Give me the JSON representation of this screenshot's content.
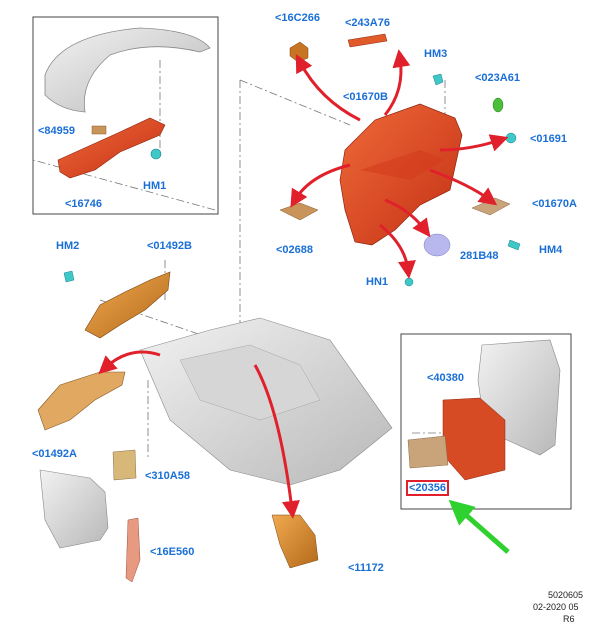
{
  "callouts": {
    "c16C266": "<16C266",
    "c243A76": "<243A76",
    "cHM3": "HM3",
    "c023A61": "<023A61",
    "c01670B": "<01670B",
    "c01691": "<01691",
    "c84959": "<84959",
    "cHM1": "HM1",
    "c16746": "<16746",
    "c01670A": "<01670A",
    "c02688": "<02688",
    "c281B48": "281B48",
    "cHM4": "HM4",
    "cHN1": "HN1",
    "cHM2": "HM2",
    "c01492B": "<01492B",
    "c01492A": "<01492A",
    "c310A58": "<310A58",
    "c40380": "<40380",
    "c20356": "<20356",
    "c16E560": "<16E560",
    "c11172": "<11172"
  },
  "footer": {
    "code": "5020605",
    "date": "02-2020 05",
    "rev": "R6"
  },
  "colors": {
    "label_blue": "#1a6fd6",
    "arrow_red": "#e0212b",
    "highlight_green": "#2fd12f",
    "part_red": "#e84a26",
    "part_orange": "#d98a2b",
    "part_tan": "#c9a47a",
    "clip_cyan": "#3fc8c8"
  }
}
